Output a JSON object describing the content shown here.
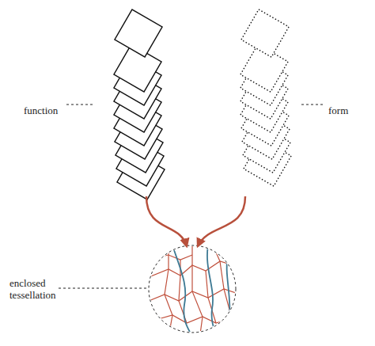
{
  "diagram": {
    "nodes": [
      {
        "text": [
          "function"
        ]
      },
      {
        "text": [
          "form"
        ]
      },
      {
        "text": [
          "enclosed tessellation"
        ]
      }
    ],
    "edges": [
      {
        "from": 0,
        "to": 2,
        "arrow": "to"
      },
      {
        "from": 1,
        "to": 2,
        "arrow": "to"
      }
    ]
  }
}
